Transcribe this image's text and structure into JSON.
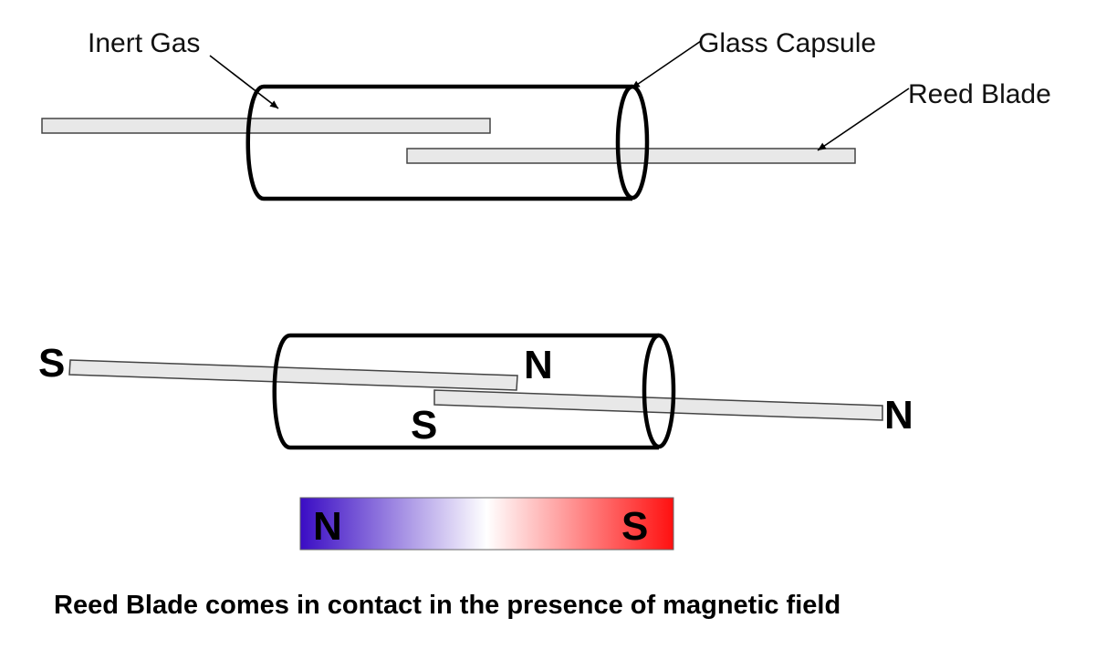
{
  "labels": {
    "inert_gas": "Inert Gas",
    "glass_capsule": "Glass Capsule",
    "reed_blade": "Reed Blade"
  },
  "poles": {
    "left_blade_outer": "S",
    "left_blade_inner": "N",
    "right_blade_inner": "S",
    "right_blade_outer": "N"
  },
  "magnet": {
    "north": "N",
    "south": "S",
    "colors": {
      "north": "#3a0cc4",
      "center": "#ffffff",
      "south": "#ff1010"
    }
  },
  "caption": "Reed Blade comes in contact in the presence of magnetic field"
}
